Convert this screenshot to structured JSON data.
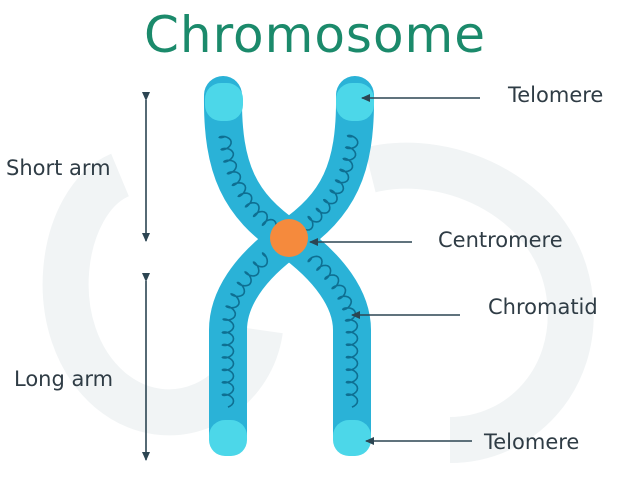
{
  "title": "Chromosome",
  "labels": {
    "telomere_top": "Telomere",
    "centromere": "Centromere",
    "chromatid": "Chromatid",
    "telomere_bottom": "Telomere",
    "short_arm": "Short arm",
    "long_arm": "Long arm"
  },
  "colors": {
    "title": "#1b8a6b",
    "chromatid": "#2ab2d7",
    "chromatid_dark": "#1390b5",
    "telomere": "#4cd7e9",
    "centromere": "#f58a3d",
    "coil": "#0e6f92",
    "arrow": "#2c4552",
    "watermark": "#f1f4f5"
  }
}
